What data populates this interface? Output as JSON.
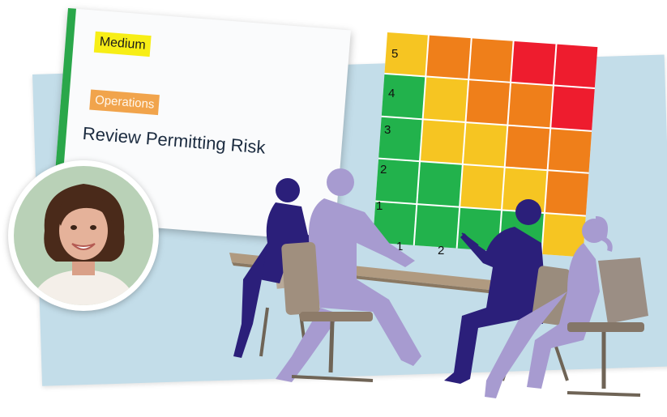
{
  "card": {
    "priority_label": "Medium",
    "category_label": "Operations",
    "title": "Review Permitting Risk"
  },
  "matrix": {
    "y_labels": [
      "5",
      "4",
      "3",
      "2",
      "1"
    ],
    "x_labels": [
      "1",
      "2"
    ],
    "colors": {
      "green": "#22b24c",
      "yellow": "#f6c522",
      "orange": "#ef7f1a",
      "red": "#ee1c2e"
    },
    "rows": [
      [
        "yellow",
        "orange",
        "orange",
        "red",
        "red"
      ],
      [
        "green",
        "yellow",
        "orange",
        "orange",
        "red"
      ],
      [
        "green",
        "yellow",
        "yellow",
        "orange",
        "orange"
      ],
      [
        "green",
        "green",
        "yellow",
        "yellow",
        "orange"
      ],
      [
        "green",
        "green",
        "green",
        "green",
        "yellow"
      ]
    ]
  },
  "colors": {
    "backdrop": "#c3dde9",
    "card_accent": "#2aa74a",
    "silhouette_dark": "#2b1f7a",
    "silhouette_light": "#a79bd0",
    "table": "#b09a80"
  },
  "icons": {
    "avatar": "woman-portrait-avatar",
    "meeting": "meeting-people-silhouettes"
  }
}
